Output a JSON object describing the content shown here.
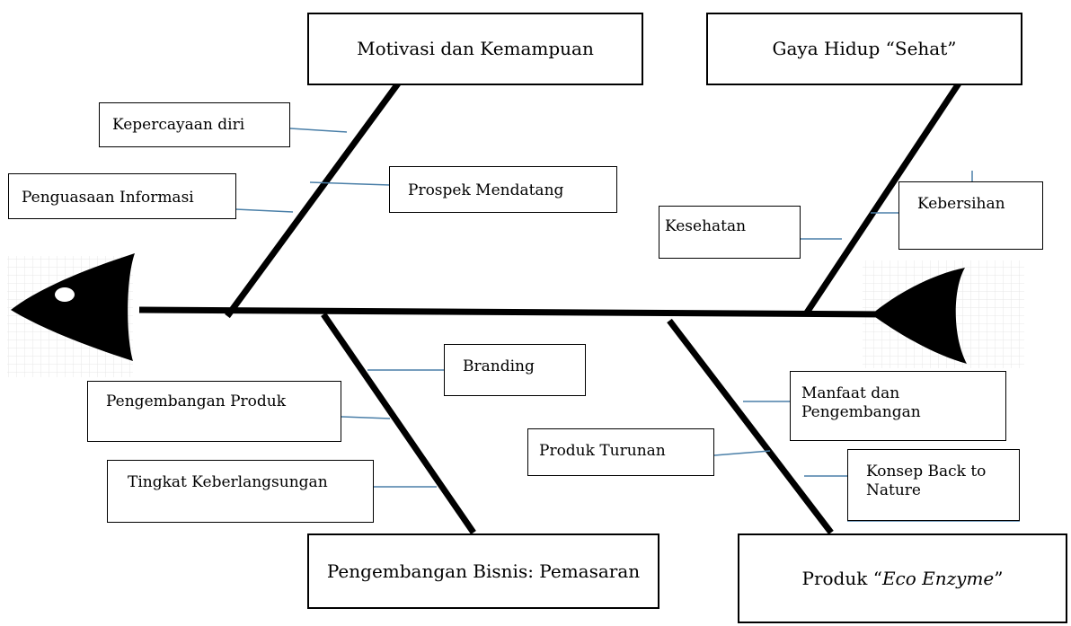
{
  "categories": {
    "top_left": "Motivasi dan Kemampuan",
    "top_right": "Gaya Hidup “Sehat”",
    "bottom_left": "Pengembangan Bisnis: Pemasaran",
    "bottom_right_prefix": "Produk “",
    "bottom_right_em": "Eco Enzyme",
    "bottom_right_suffix": "”"
  },
  "causes": {
    "motivasi": [
      "Kepercayaan diri",
      "Prospek Mendatang",
      "Penguasaan Informasi"
    ],
    "gaya_hidup": [
      "Kebersihan",
      "Kesehatan"
    ],
    "bisnis": [
      "Branding",
      "Pengembangan Produk",
      "Tingkat Keberlangsungan"
    ],
    "produk": [
      "Manfaat dan Pengembangan",
      "Produk Turunan",
      "Konsep Back to Nature"
    ]
  },
  "colors": {
    "spine": "#000000",
    "connector": "#4a7fa8"
  }
}
